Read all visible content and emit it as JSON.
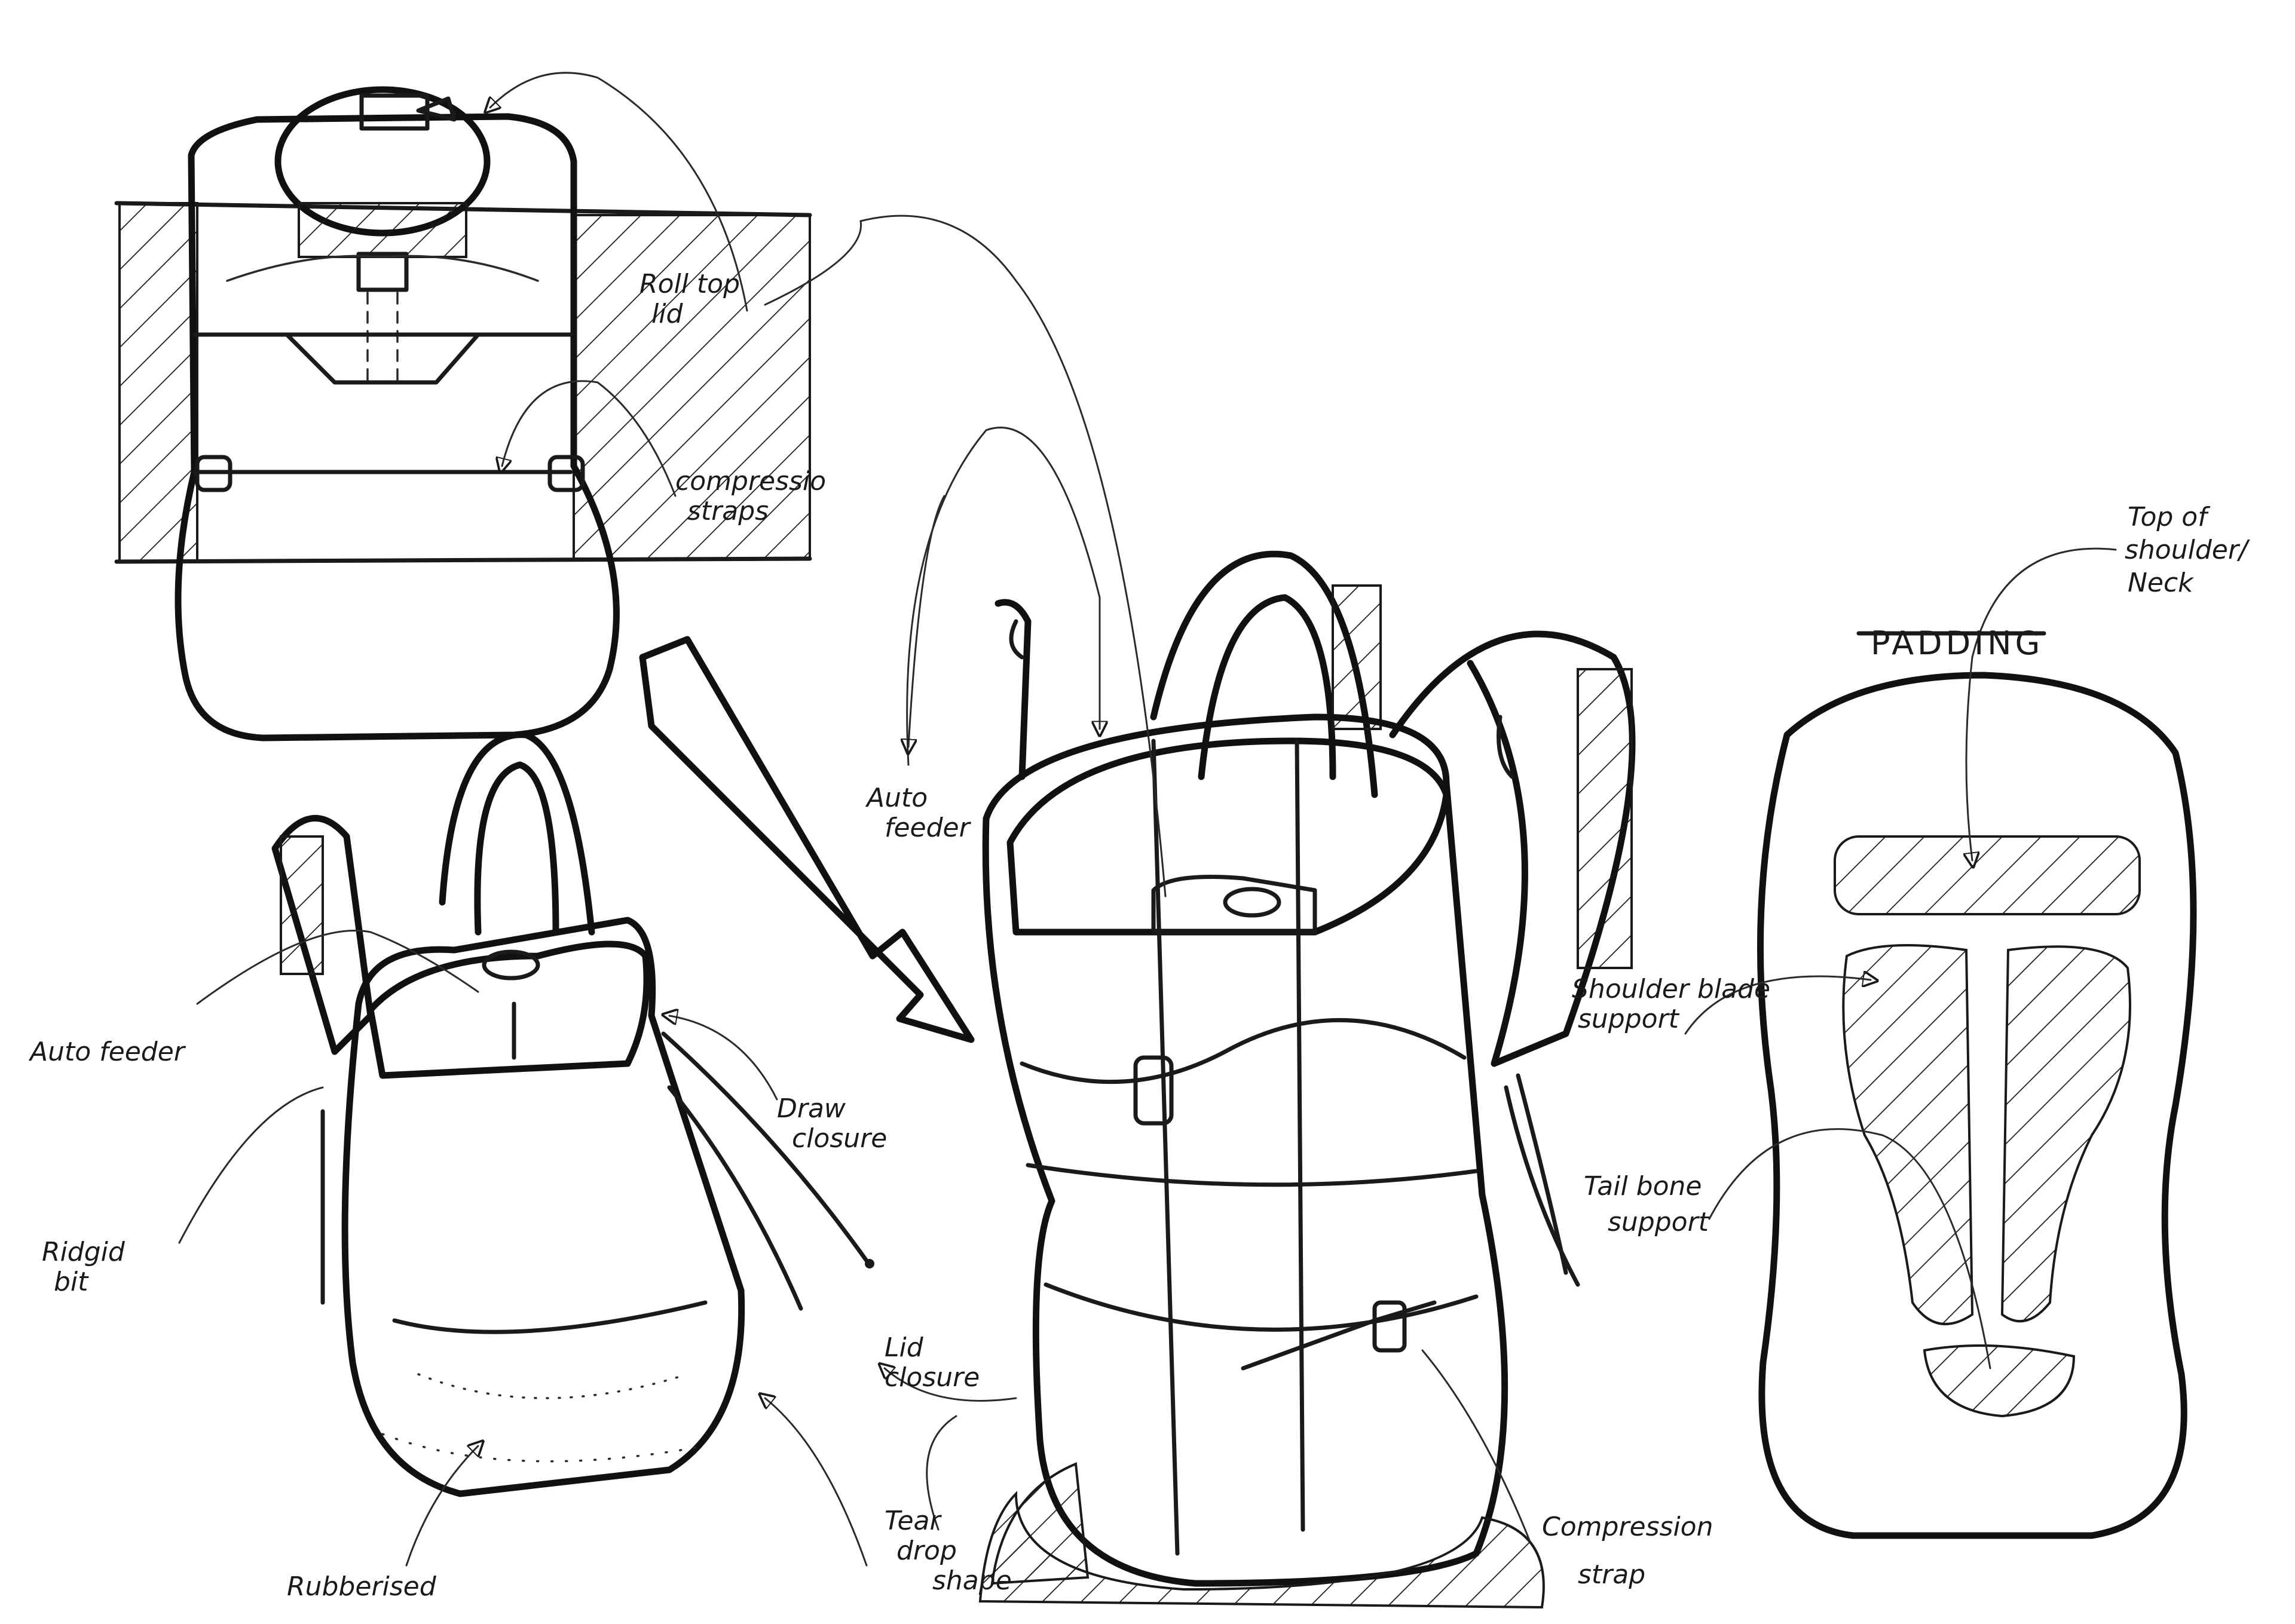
{
  "labels": {
    "roll_top": [
      "Roll top",
      "lid"
    ],
    "compression_top": [
      "compressio",
      "straps"
    ],
    "auto_feeder_mid": [
      "Auto",
      "feeder"
    ],
    "auto_feeder_left": "Auto feeder",
    "draw_closure": [
      "Draw",
      "closure"
    ],
    "ridgid_bit": [
      "Ridgid",
      "bit"
    ],
    "rubberised": "Rubberised",
    "lid_closure": [
      "Lid",
      "closure"
    ],
    "tear_drop": [
      "Tear",
      "drop",
      "shape"
    ],
    "compression_strap": [
      "Compression",
      "strap"
    ],
    "top_of_shoulder": [
      "Top of",
      "shoulder/",
      "Neck"
    ],
    "padding": "PADDING",
    "shoulder_blade": [
      "Shoulder blade",
      "support"
    ],
    "tail_bone": [
      "Tail bone",
      "support"
    ]
  },
  "colors": {
    "ink": "#1a1a1a",
    "paper": "#ffffff"
  }
}
